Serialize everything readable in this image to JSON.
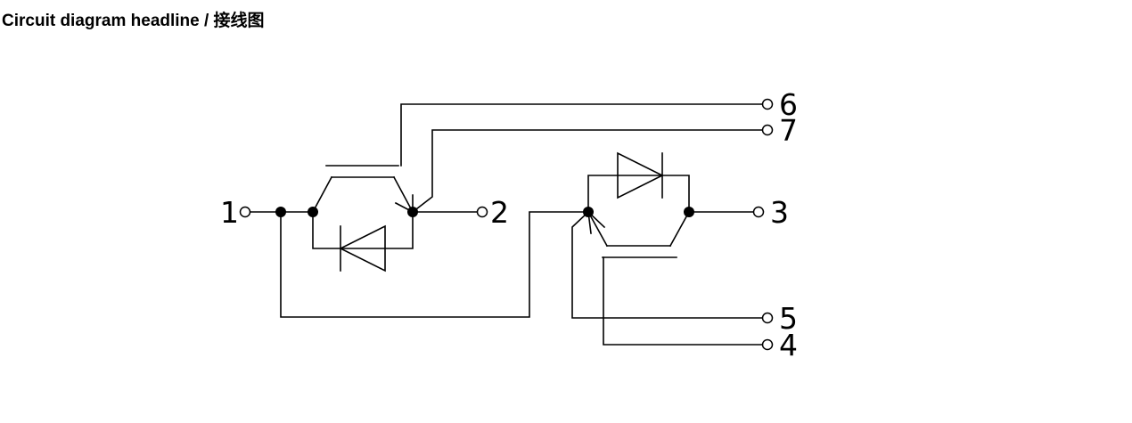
{
  "headline": "Circuit diagram headline / 接线图",
  "terminals": {
    "t1": "1",
    "t2": "2",
    "t3": "3",
    "t4": "4",
    "t5": "5",
    "t6": "6",
    "t7": "7"
  }
}
